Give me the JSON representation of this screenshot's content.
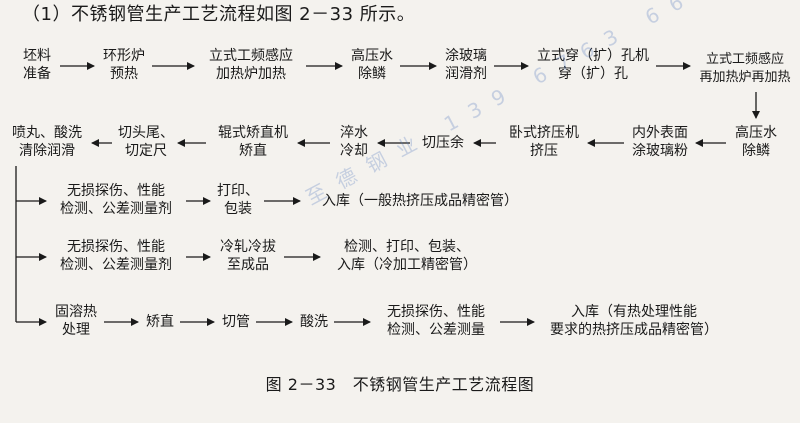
{
  "intro": "（1）不锈钢管生产工艺流程如图 2－33 所示。",
  "caption": "图 2－33　不锈钢管生产工艺流程图",
  "watermark": "至德钢业 139 6763 6657",
  "nodes": {
    "billet_prep": [
      "坯料",
      "准备"
    ],
    "ring_furnace": [
      "环形炉",
      "预热"
    ],
    "induction_heat": [
      "立式工频感应",
      "加热炉加热"
    ],
    "hp_descale_1": [
      "高压水",
      "除鳞"
    ],
    "glass_lube_1": [
      "涂玻璃",
      "润滑剂"
    ],
    "pierce": [
      "立式穿（扩）孔机",
      "穿（扩）孔"
    ],
    "reheat": [
      "立式工频感应",
      "再加热炉再加热"
    ],
    "hp_descale_2": [
      "高压水",
      "除鳞"
    ],
    "glass_powder": [
      "内外表面",
      "涂玻璃粉"
    ],
    "extrusion": [
      "卧式挤压机",
      "挤压"
    ],
    "cut_rest": [
      "切压余"
    ],
    "water_cool": [
      "淬水",
      "冷却"
    ],
    "straighten": [
      "辊式矫直机",
      "矫直"
    ],
    "cut_ends": [
      "切头尾、",
      "切定尺"
    ],
    "shot_pickle": [
      "喷丸、酸洗",
      "清除润滑"
    ],
    "b1_ndt": [
      "无损探伤、性能",
      "检测、公差测量剂"
    ],
    "b1_print": [
      "打印、",
      "包装"
    ],
    "b1_store": [
      "入库（一般热挤压成品精密管）"
    ],
    "b2_ndt": [
      "无损探伤、性能",
      "检测、公差测量剂"
    ],
    "b2_cold": [
      "冷轧冷拔",
      "至成品"
    ],
    "b2_finish": [
      "检测、打印、包装、",
      "入库（冷加工精密管）"
    ],
    "b3_solution": [
      "固溶热",
      "处理"
    ],
    "b3_straighten": [
      "矫直"
    ],
    "b3_cut": [
      "切管"
    ],
    "b3_pickle": [
      "酸洗"
    ],
    "b3_ndt": [
      "无损探伤、性能",
      "检测、公差测量"
    ],
    "b3_store": [
      "入库（有热处理性能",
      "要求的热挤压成品精密管）"
    ]
  }
}
